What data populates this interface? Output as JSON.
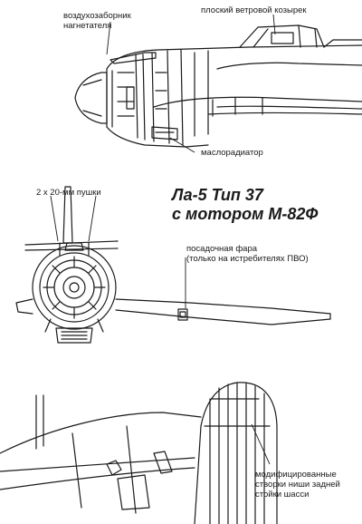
{
  "title": {
    "line1": "Ла-5 Тип 37",
    "line2": "с мотором М-82Ф"
  },
  "labels": {
    "air_intake": [
      "воздухозаборник",
      "нагнетателя"
    ],
    "windscreen": "плоский ветровой козырек",
    "oil_cooler": "маслорадиатор",
    "cannons": "2 х 20-мм пушки",
    "landing_light": [
      "посадочная фара",
      "(только на истребителях ПВО)"
    ],
    "gear_doors": [
      "модифицированные",
      "створки ниши задней",
      "стойки шасси"
    ]
  },
  "colors": {
    "ink": "#1a1a1a",
    "paper": "#ffffff"
  }
}
